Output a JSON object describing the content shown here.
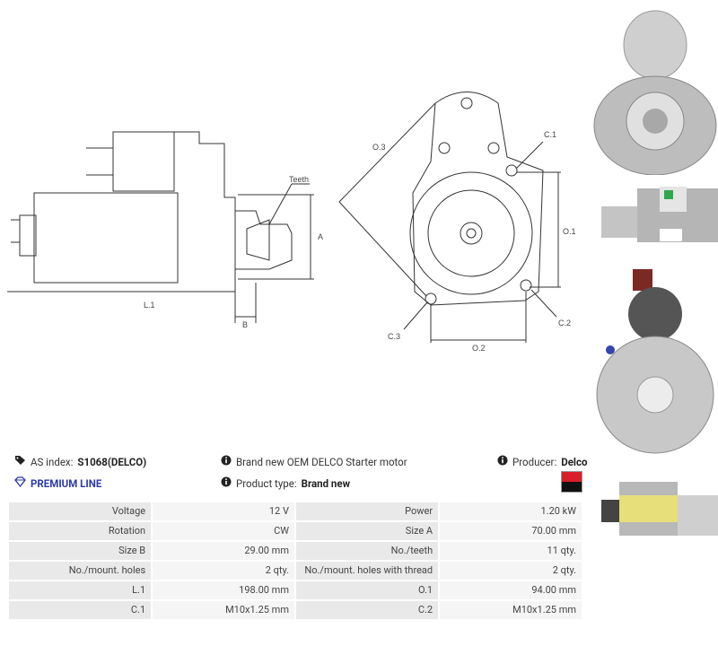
{
  "drawing": {
    "side": {
      "length": "L.1",
      "height": "A",
      "pinion": "B",
      "teeth": "Teeth"
    },
    "front": {
      "diag": "O.3",
      "o1": "O.1",
      "o2": "O.2",
      "c1": "C.1",
      "c2": "C.2",
      "c3": "C.3"
    }
  },
  "info": {
    "as_index_label": "AS index:",
    "as_index_value": "S1068(DELCO)",
    "premium": "PREMIUM LINE",
    "description": "Brand new OEM DELCO Starter motor",
    "product_type_label": "Product type:",
    "product_type_value": "Brand new",
    "producer_label": "Producer:",
    "producer_value": "Delco",
    "brand_colors": [
      "#d91f2a",
      "#111111"
    ]
  },
  "specs": [
    {
      "l1": "Voltage",
      "v1": "12 V",
      "l2": "Power",
      "v2": "1.20 kW"
    },
    {
      "l1": "Rotation",
      "v1": "CW",
      "l2": "Size A",
      "v2": "70.00 mm"
    },
    {
      "l1": "Size B",
      "v1": "29.00 mm",
      "l2": "No./teeth",
      "v2": "11 qty."
    },
    {
      "l1": "No./mount. holes",
      "v1": "2 qty.",
      "l2": "No./mount. holes with thread",
      "v2": "2 qty."
    },
    {
      "l1": "L.1",
      "v1": "198.00 mm",
      "l2": "O.1",
      "v2": "94.00 mm"
    },
    {
      "l1": "C.1",
      "v1": "M10x1.25 mm",
      "l2": "C.2",
      "v2": "M10x1.25 mm"
    }
  ],
  "thumbs": [
    "starter-front-photo",
    "starter-side-photo",
    "starter-terminal-photo",
    "starter-label-photo"
  ],
  "icons": {
    "tag": "tag-icon",
    "premium": "diamond-icon",
    "info": "info-icon"
  }
}
